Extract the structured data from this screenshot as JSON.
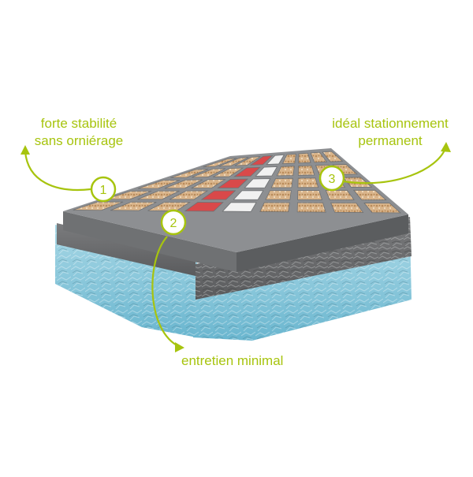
{
  "accent_color": "#a7c40e",
  "callouts": [
    {
      "number": "1",
      "lines": [
        "forte stabilité",
        "sans orniérage"
      ]
    },
    {
      "number": "2",
      "lines": [
        "entretien minimal"
      ]
    },
    {
      "number": "3",
      "lines": [
        "idéal stationnement",
        "permanent"
      ]
    }
  ],
  "colors": {
    "grid_frame": "#8d8f92",
    "gravel_fill": "#d9b48a",
    "red_marker": "#d9494a",
    "white_marker": "#f1f1f1",
    "drainage_layer": "#8fc9dd",
    "stone_layer": "#6e6f71"
  }
}
